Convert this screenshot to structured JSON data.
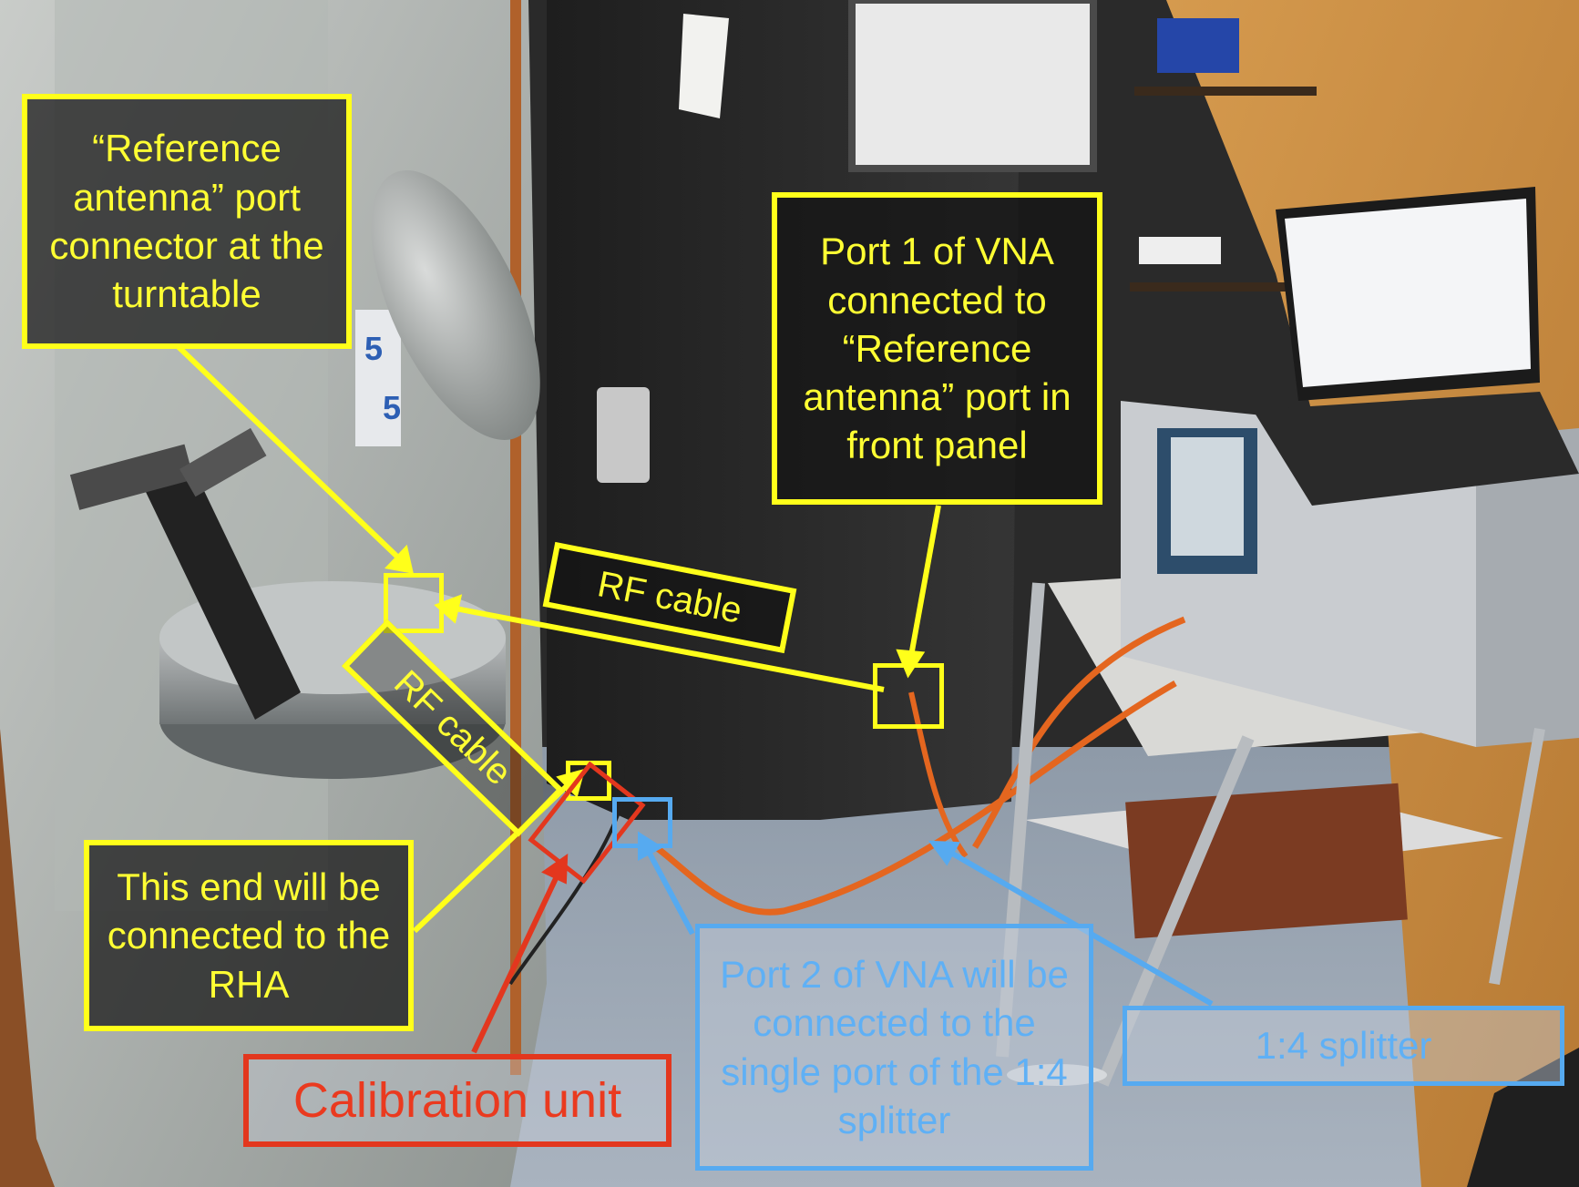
{
  "labels": {
    "ref_port_turntable": "“Reference antenna” port connector at the turntable",
    "vna_port1": "Port 1 of VNA connected to “Reference antenna” port in front panel",
    "rf_cable_upper": "RF cable",
    "rf_cable_lower": "RF cable",
    "rha_end": "This end will be connected to the RHA",
    "calibration_unit": "Calibration unit",
    "vna_port2": "Port 2 of VNA will be connected to the single port of the 1:4 splitter",
    "splitter": "1:4 splitter"
  },
  "colors": {
    "annotation_yellow": "#ffff1a",
    "annotation_red": "#e3371e",
    "annotation_blue": "#56aaf0"
  },
  "icons": []
}
